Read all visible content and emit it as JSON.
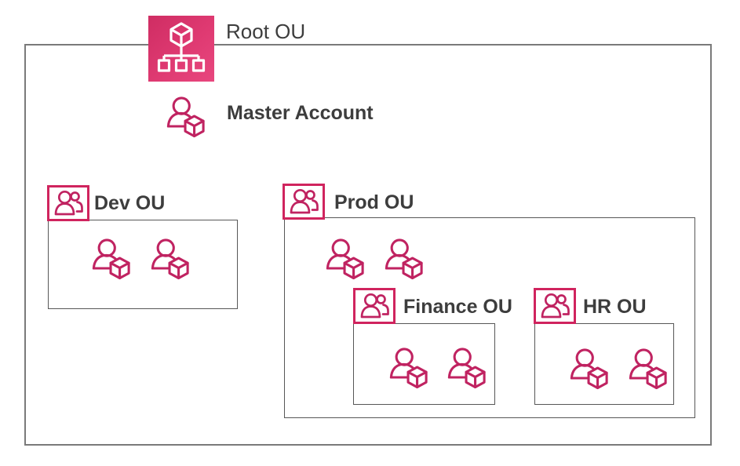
{
  "root": {
    "label": "Root OU"
  },
  "master_account": {
    "label": "Master Account"
  },
  "ous": {
    "dev": {
      "label": "Dev OU",
      "account_count": 2
    },
    "prod": {
      "label": "Prod OU",
      "account_count": 2,
      "children": {
        "finance": {
          "label": "Finance OU",
          "account_count": 2
        },
        "hr": {
          "label": "HR OU",
          "account_count": 2
        }
      }
    }
  },
  "icons": {
    "root": "organizations-icon",
    "account": "account-icon",
    "ou": "organizational-unit-icon"
  },
  "colors": {
    "accent_pink": "#d0245e",
    "icon_stroke": "#c02361",
    "root_gradient_start": "#cf2d63",
    "root_gradient_end": "#e8477e",
    "label_text": "#3d3d3d",
    "outer_border": "#7a7a7a",
    "inner_border": "#575757"
  }
}
